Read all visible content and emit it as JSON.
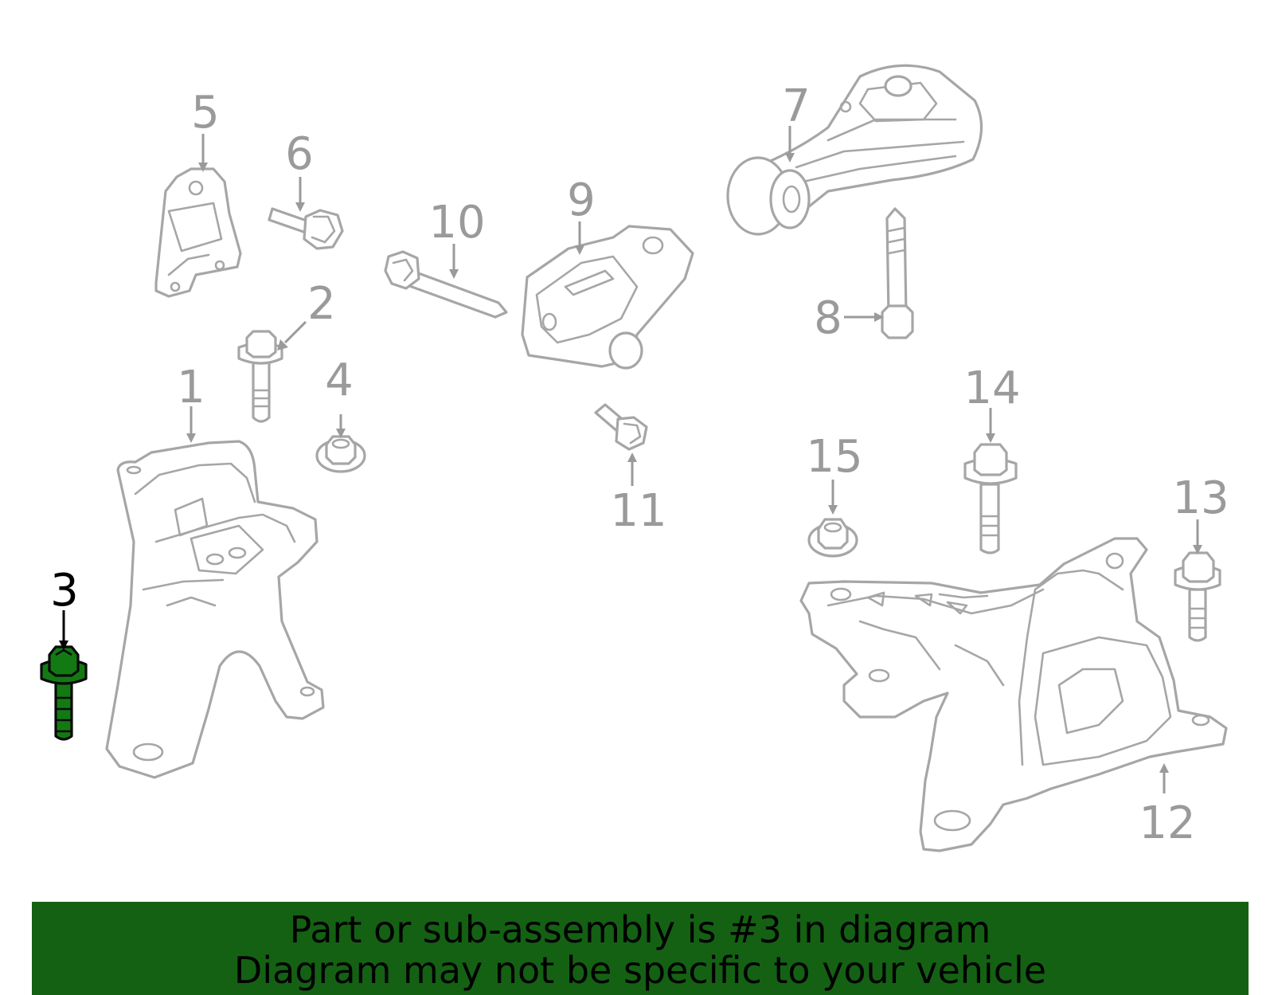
{
  "diagram": {
    "highlighted_part": "3",
    "highlight_color": "#137a13",
    "callouts": [
      "1",
      "2",
      "3",
      "4",
      "5",
      "6",
      "7",
      "8",
      "9",
      "10",
      "11",
      "12",
      "13",
      "14",
      "15"
    ]
  },
  "footer": {
    "line1": "Part or sub-assembly is #3 in diagram",
    "line2": "Diagram may not be specific to your vehicle",
    "background": "#146114"
  }
}
